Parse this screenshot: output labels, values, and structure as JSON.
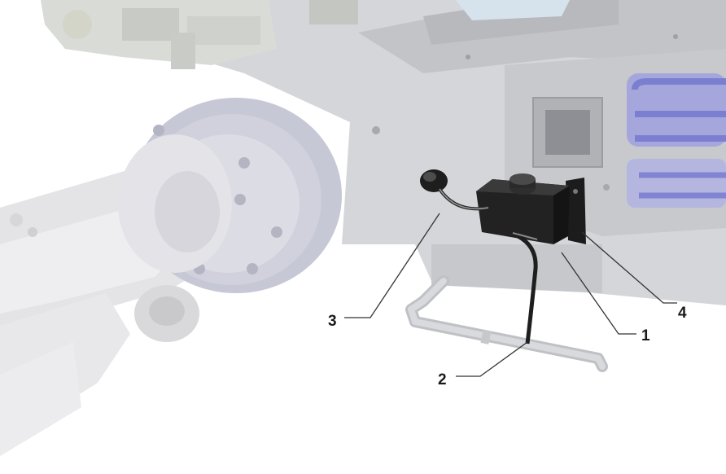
{
  "callouts": {
    "c1": "1",
    "c2": "2",
    "c3": "3",
    "c4": "4"
  },
  "colors": {
    "housing": "#cfd1d4",
    "housing_dark": "#b9bbbf",
    "axle": "#e3e3e5",
    "accent_blue": "#8f92d6",
    "sensor": "#1f1f1f",
    "leader": "#333333"
  }
}
